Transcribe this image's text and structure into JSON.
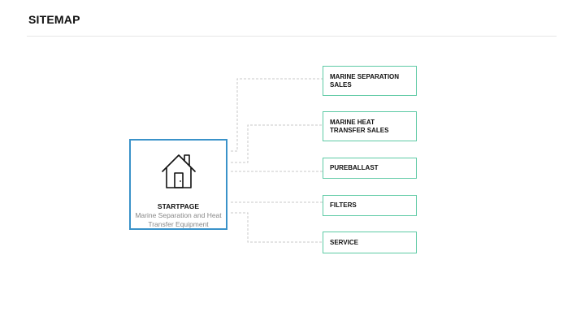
{
  "page": {
    "title": "SITEMAP"
  },
  "root": {
    "title": "STARTPAGE",
    "subtitle": "Marine Separation and Heat Transfer Equipment",
    "icon": "house-icon"
  },
  "children": [
    {
      "label": "MARINE SEPARATION SALES"
    },
    {
      "label": "MARINE HEAT TRANSFER SALES"
    },
    {
      "label": "PUREBALLAST"
    },
    {
      "label": "FILTERS"
    },
    {
      "label": "SERVICE"
    }
  ],
  "colors": {
    "root_border": "#3a92c9",
    "child_border": "#5ecaa5",
    "connector": "#c8c8c8"
  }
}
